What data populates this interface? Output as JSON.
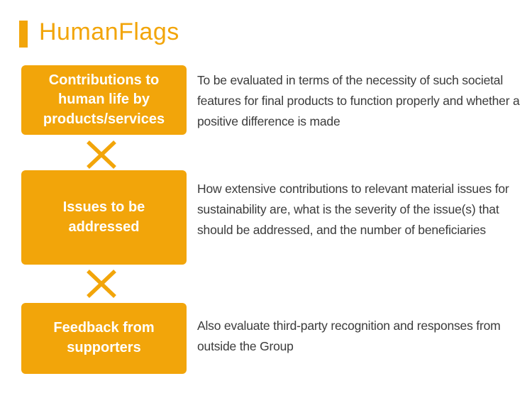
{
  "colors": {
    "accent": "#F2A50A",
    "box_text": "#FFFFFF",
    "description_text": "#3B3B3B",
    "background": "#FFFFFF"
  },
  "title": "HumanFlags",
  "rows": [
    {
      "box_label": "Contributions to\nhuman life by\nproducts/services",
      "description": "To be evaluated in terms of the necessity of such societal features for final products to function properly and whether a positive difference is made"
    },
    {
      "box_label": "Issues to be\naddressed",
      "description": "How extensive contributions to relevant material issues for sustainability are, what is the severity of the issue(s) that should be addressed, and the number of beneficiaries"
    },
    {
      "box_label": "Feedback from\nsupporters",
      "description": "Also evaluate third-party recognition and responses from outside the Group"
    }
  ],
  "operators": [
    {
      "symbol": "×",
      "name": "multiply"
    },
    {
      "symbol": "×",
      "name": "multiply"
    }
  ]
}
